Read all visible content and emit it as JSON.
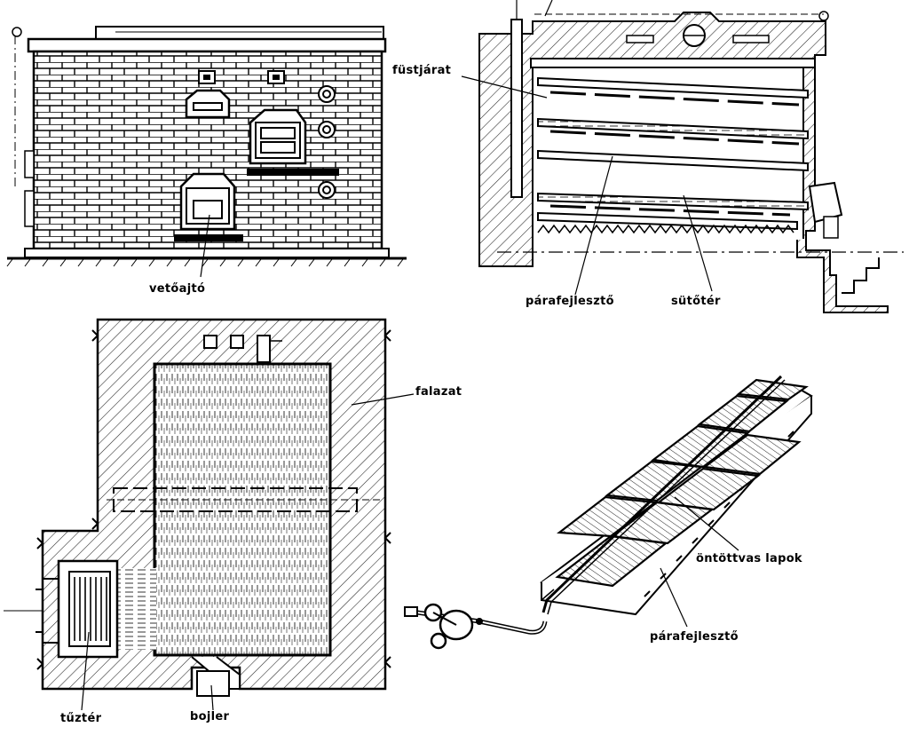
{
  "labels": {
    "vetoajto": "vetőajtó",
    "fustjarat": "füstjárat",
    "parafejleszto_top": "párafejlesztő",
    "sutoter": "sütőtér",
    "falazat": "falazat",
    "tuzter": "tűztér",
    "bojler": "bojler",
    "ontottvas_lapok": "öntöttvas lapok",
    "parafejleszto_bottom": "párafejlesztő"
  },
  "colors": {
    "ink": "#000000",
    "paper": "#ffffff",
    "hatch": "#333333"
  }
}
